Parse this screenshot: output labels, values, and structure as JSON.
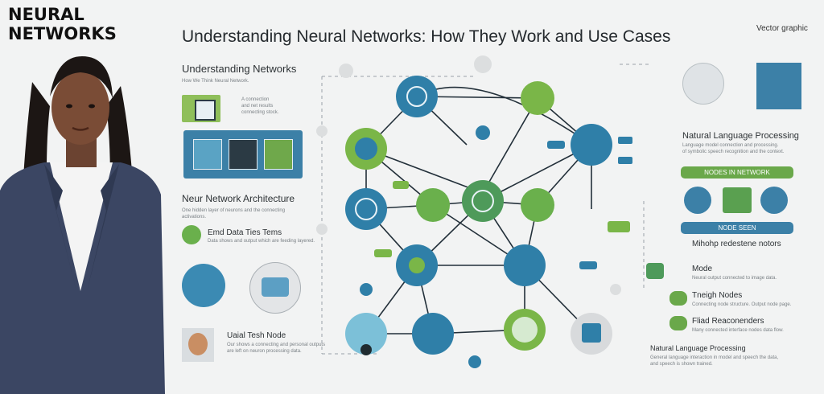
{
  "brand": {
    "line1": "NEURAL",
    "line2": "NETWORKS"
  },
  "title": "Understanding Neural Networks: How They Work and Use Cases",
  "corner_label": "Vector graphic",
  "left": {
    "heading1": "Understanding Networks",
    "sub1": "How We Think Neural Network.",
    "note1": [
      "A connection",
      "and net results",
      "connecting stock."
    ],
    "heading2": "Neur Network Architecture",
    "desc2": [
      "One hidden layer of neurons and the connecting",
      "activations."
    ],
    "item_label": "Emd Data Ties Tems",
    "item_desc": "Data shows and output which are feeding layered.",
    "node_label": "Uaial Tesh Node",
    "node_desc": [
      "Our shows a connecting and personal outputs",
      "are left on neuron processing data."
    ]
  },
  "right": {
    "nlp_title": "Natural Language Processing",
    "nlp_desc": [
      "Language model connection and processing.",
      "of symbolic speech recognition and the context."
    ],
    "bar1": "NODES IN NETWORK",
    "bar2": "NODE SEEN",
    "mid_heading": "Mihohp redestene notors",
    "items": [
      {
        "title": "Mode",
        "desc": "Neural output connected to image data."
      },
      {
        "title": "Tneigh Nodes",
        "desc": "Connecting node structure. Output node page."
      },
      {
        "title": "Fliad Reaconenders",
        "desc": "Many connected interface nodes data flow."
      }
    ],
    "nlp2_title": "Natural Language Processing",
    "nlp2_desc": [
      "General language interaction in model and speech the data,",
      "and speech is shown trained."
    ]
  },
  "diagram": {
    "node_tags": [
      "•••",
      "•••",
      "•••",
      "•••"
    ]
  },
  "colors": {
    "blue": "#2f7fa8",
    "green": "#7ab648",
    "dark": "#1f3a4a",
    "bg": "#f2f3f3"
  }
}
